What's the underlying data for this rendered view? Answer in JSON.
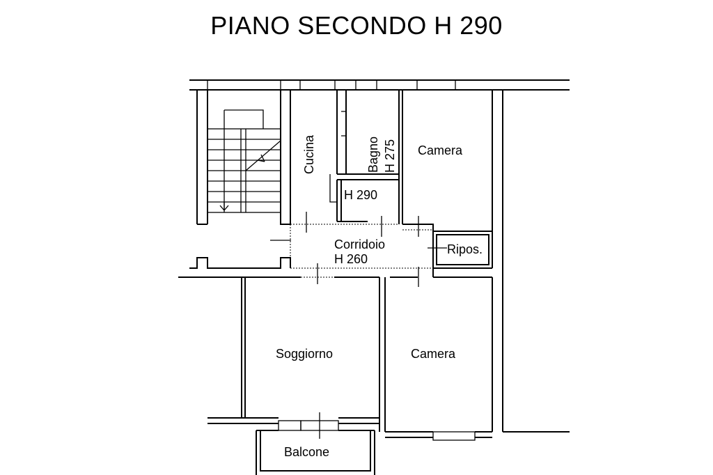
{
  "title": "PIANO SECONDO H 290",
  "rooms": {
    "cucina": "Cucina",
    "bagno": "Bagno",
    "bagno_height": "H 275",
    "disimpegno_height": "H 290",
    "camera_top": "Camera",
    "corridoio": "Corridoio",
    "corridoio_height": "H 260",
    "ripostiglio": "Ripos.",
    "soggiorno": "Soggiorno",
    "camera_bottom": "Camera",
    "balcone": "Balcone"
  }
}
